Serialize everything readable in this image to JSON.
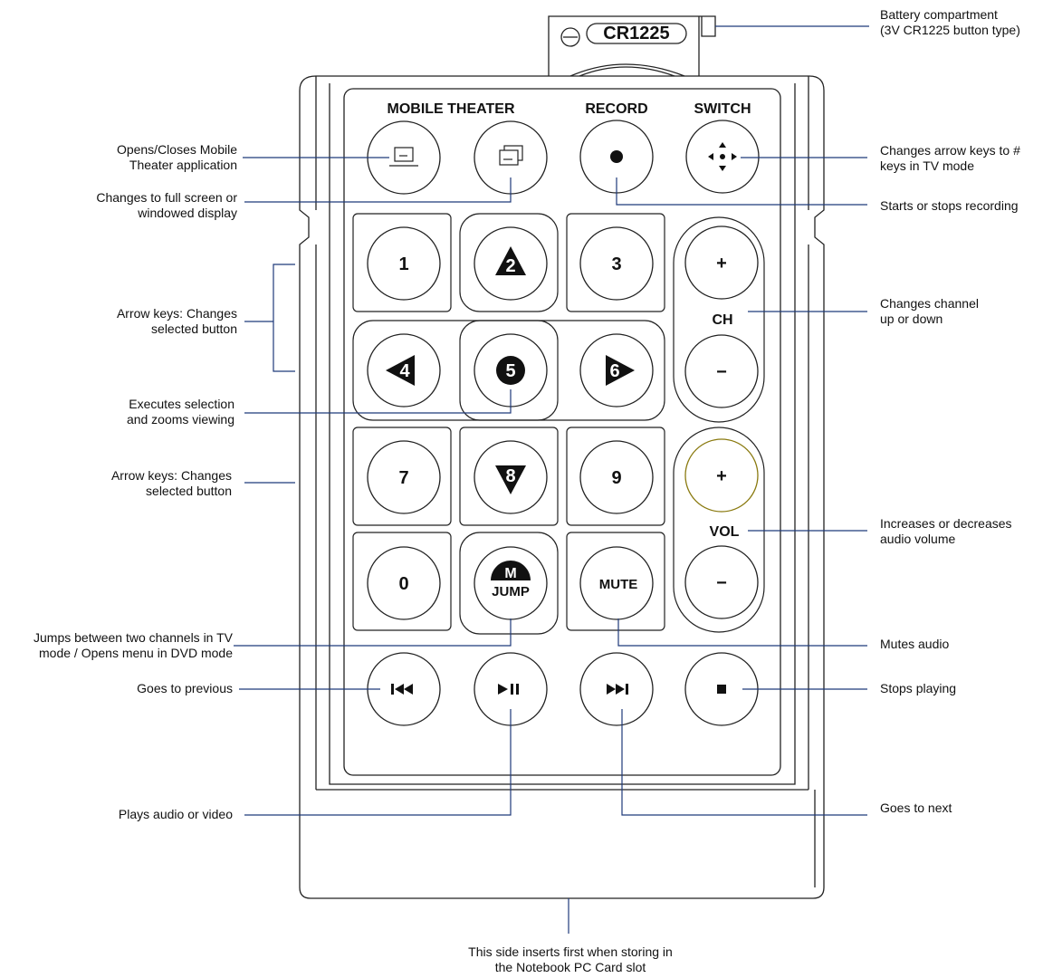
{
  "battery": {
    "model": "CR1225"
  },
  "section_headers": {
    "mobile_theater": "MOBILE THEATER",
    "record": "RECORD",
    "switch": "SWITCH"
  },
  "keys": {
    "k1": "1",
    "k2": "2",
    "k3": "3",
    "k4": "4",
    "k5": "5",
    "k6": "6",
    "k7": "7",
    "k8": "8",
    "k9": "9",
    "k0": "0",
    "jump_top": "M",
    "jump_bottom": "JUMP",
    "mute": "MUTE",
    "ch_plus": "+",
    "ch_label": "CH",
    "ch_minus": "−",
    "vol_plus": "+",
    "vol_label": "VOL",
    "vol_minus": "−"
  },
  "annotations": {
    "battery": "Battery compartment\n(3V CR1225 button type)",
    "mobile_theater": "Opens/Closes Mobile\nTheater application",
    "fullscreen": "Changes to full screen or\nwindowed display",
    "switch": "Changes arrow keys to #\nkeys in TV mode",
    "record": "Starts or stops recording",
    "arrows_top": "Arrow keys: Changes\nselected button",
    "channel": "Changes channel\nup or down",
    "execute": "Executes selection\nand zooms viewing",
    "arrows_bottom": "Arrow keys: Changes\nselected button",
    "volume": "Increases or decreases\naudio volume",
    "jump": "Jumps between two channels in TV\nmode / Opens menu in DVD mode",
    "mute": "Mutes audio",
    "previous": "Goes to previous",
    "stop": "Stops playing",
    "play": "Plays audio or video",
    "next": "Goes to next",
    "insert": "This side inserts first when storing in\nthe Notebook PC Card slot"
  },
  "colors": {
    "leader_line": "#1f3a7a",
    "outline": "#222222",
    "ink": "#111111",
    "vol_plus_ring": "#8a7a10"
  }
}
